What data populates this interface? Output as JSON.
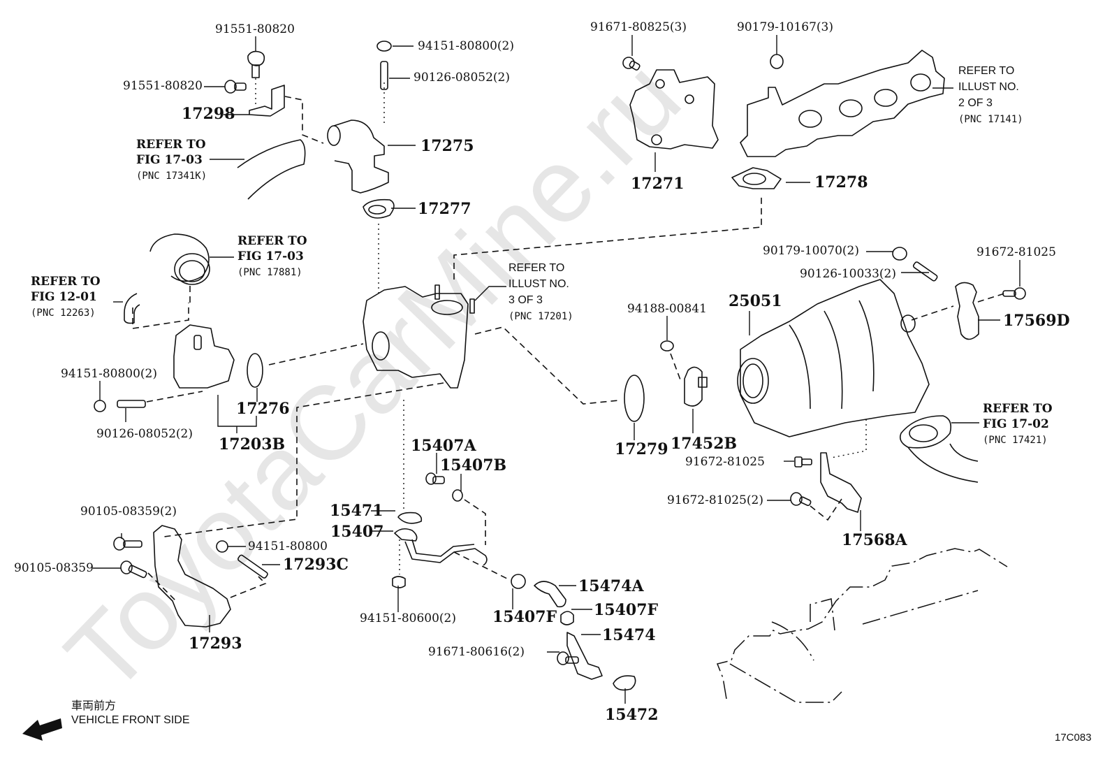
{
  "watermark": "ToyotaCarMine.ru",
  "labels": [
    {
      "id": "p-91551-80820-top",
      "text": "91551-80820",
      "style": "pn"
    },
    {
      "id": "p-91551-80820-side",
      "text": "91551-80820",
      "style": "pn"
    },
    {
      "id": "p-17298",
      "text": "17298",
      "style": "pnb"
    },
    {
      "id": "p-94151-80800-2-top",
      "text": "94151-80800(2)",
      "style": "pn"
    },
    {
      "id": "p-90126-08052-2-top",
      "text": "90126-08052(2)",
      "style": "pn"
    },
    {
      "id": "p-17275",
      "text": "17275",
      "style": "pnb"
    },
    {
      "id": "p-17277",
      "text": "17277",
      "style": "pnb"
    },
    {
      "id": "p-91671-80825-3",
      "text": "91671-80825(3)",
      "style": "pn"
    },
    {
      "id": "p-90179-10167-3",
      "text": "90179-10167(3)",
      "style": "pn"
    },
    {
      "id": "p-17271",
      "text": "17271",
      "style": "pnb"
    },
    {
      "id": "p-17278",
      "text": "17278",
      "style": "pnb"
    },
    {
      "id": "p-90179-10070-2",
      "text": "90179-10070(2)",
      "style": "pn"
    },
    {
      "id": "p-90126-10033-2",
      "text": "90126-10033(2)",
      "style": "pn"
    },
    {
      "id": "p-91672-81025-top",
      "text": "91672-81025",
      "style": "pn"
    },
    {
      "id": "p-17569D",
      "text": "17569D",
      "style": "pnb"
    },
    {
      "id": "p-94188-00841",
      "text": "94188-00841",
      "style": "pn"
    },
    {
      "id": "p-25051",
      "text": "25051",
      "style": "pnb"
    },
    {
      "id": "p-94151-80800-2-left",
      "text": "94151-80800(2)",
      "style": "pn"
    },
    {
      "id": "p-90126-08052-2-left",
      "text": "90126-08052(2)",
      "style": "pn"
    },
    {
      "id": "p-17276",
      "text": "17276",
      "style": "pnb"
    },
    {
      "id": "p-17203B",
      "text": "17203B",
      "style": "pnb"
    },
    {
      "id": "p-17279",
      "text": "17279",
      "style": "pnb"
    },
    {
      "id": "p-17452B",
      "text": "17452B",
      "style": "pnb"
    },
    {
      "id": "p-91672-81025-mid",
      "text": "91672-81025",
      "style": "pn"
    },
    {
      "id": "p-91672-81025-2",
      "text": "91672-81025(2)",
      "style": "pn"
    },
    {
      "id": "p-17568A",
      "text": "17568A",
      "style": "pnb"
    },
    {
      "id": "p-15407A",
      "text": "15407A",
      "style": "pnb"
    },
    {
      "id": "p-15407B",
      "text": "15407B",
      "style": "pnb"
    },
    {
      "id": "p-15471",
      "text": "15471",
      "style": "pnb"
    },
    {
      "id": "p-15407",
      "text": "15407",
      "style": "pnb"
    },
    {
      "id": "p-90105-08359-2",
      "text": "90105-08359(2)",
      "style": "pn"
    },
    {
      "id": "p-90105-08359",
      "text": "90105-08359",
      "style": "pn"
    },
    {
      "id": "p-94151-80800",
      "text": "94151-80800",
      "style": "pn"
    },
    {
      "id": "p-17293C",
      "text": "17293C",
      "style": "pnb"
    },
    {
      "id": "p-17293",
      "text": "17293",
      "style": "pnb"
    },
    {
      "id": "p-94151-80600-2",
      "text": "94151-80600(2)",
      "style": "pn"
    },
    {
      "id": "p-15407F-left",
      "text": "15407F",
      "style": "pnb"
    },
    {
      "id": "p-15474A",
      "text": "15474A",
      "style": "pnb"
    },
    {
      "id": "p-15407F-right",
      "text": "15407F",
      "style": "pnb"
    },
    {
      "id": "p-15474",
      "text": "15474",
      "style": "pnb"
    },
    {
      "id": "p-91671-80616-2",
      "text": "91671-80616(2)",
      "style": "pn"
    },
    {
      "id": "p-15472",
      "text": "15472",
      "style": "pnb"
    }
  ],
  "references": [
    {
      "id": "ref-fig-17-03-17341K",
      "lines": [
        "REFER TO",
        "FIG 17-03",
        "(PNC 17341K)"
      ]
    },
    {
      "id": "ref-illust-2-of-3",
      "lines": [
        "REFER TO",
        "ILLUST NO.",
        "2 OF 3",
        "(PNC 17141)"
      ]
    },
    {
      "id": "ref-fig-17-03-17881",
      "lines": [
        "REFER TO",
        "FIG 17-03",
        "(PNC 17881)"
      ]
    },
    {
      "id": "ref-fig-12-01-12263",
      "lines": [
        "REFER TO",
        "FIG 12-01",
        "(PNC 12263)"
      ]
    },
    {
      "id": "ref-illust-3-of-3",
      "lines": [
        "REFER TO",
        "ILLUST NO.",
        "3 OF 3",
        "(PNC 17201)"
      ]
    },
    {
      "id": "ref-fig-17-02-17421",
      "lines": [
        "REFER TO",
        "FIG 17-02",
        "(PNC 17421)"
      ]
    }
  ],
  "legend": {
    "japanese": "車両前方",
    "english": "VEHICLE FRONT SIDE",
    "icon": "arrow-left-icon"
  },
  "illustration_code": "17C083"
}
